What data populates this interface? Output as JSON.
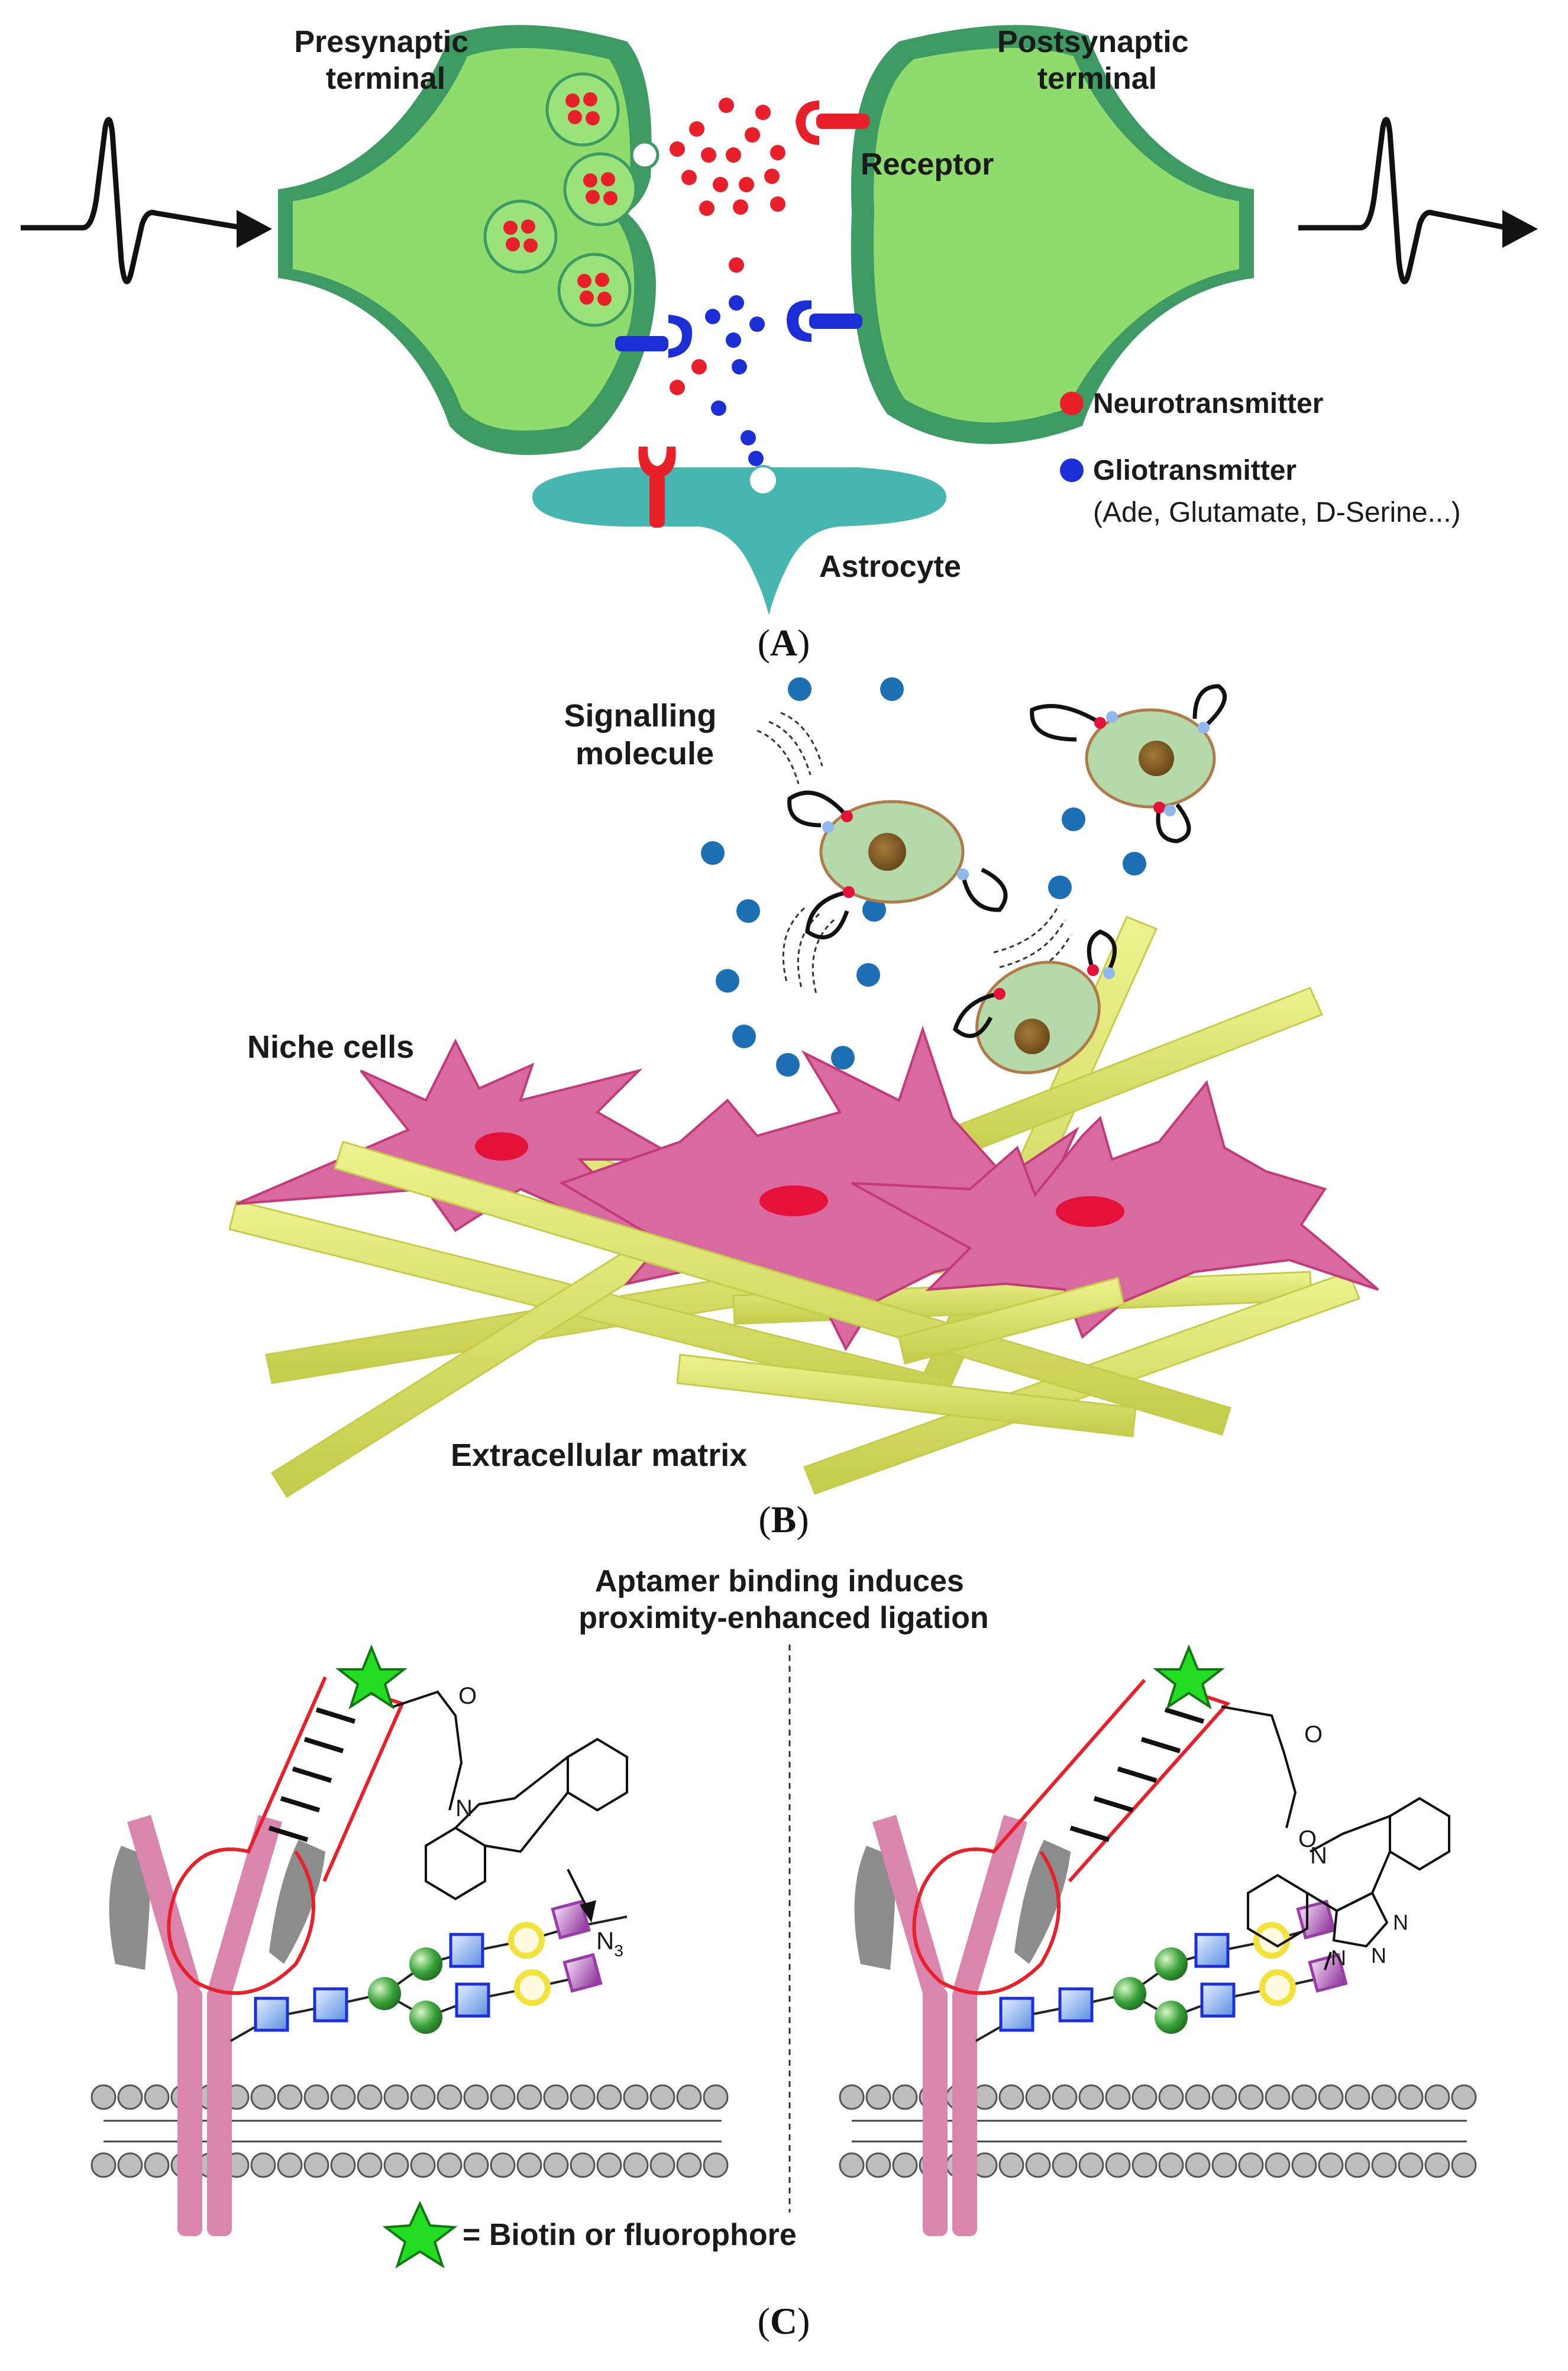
{
  "panel_a": {
    "presynaptic": [
      "Presynaptic",
      "terminal"
    ],
    "postsynaptic": [
      "Postsynaptic",
      "terminal"
    ],
    "receptor": "Receptor",
    "astrocyte": "Astrocyte",
    "legend": {
      "neurotransmitter": "Neurotransmitter",
      "gliotransmitter": "Gliotransmitter",
      "gliotransmitter_examples": "(Ade, Glutamate, D-Serine...)"
    },
    "caption_letter": "A"
  },
  "panel_b": {
    "signalling": [
      "Signalling",
      "molecule"
    ],
    "niche_cells": "Niche cells",
    "extracellular_matrix": "Extracellular matrix",
    "caption_letter": "B"
  },
  "panel_c": {
    "title": [
      "Aptamer binding induces",
      "proximity-enhanced ligation"
    ],
    "azide_label": "N",
    "azide_subscript": "3",
    "atom_o": "O",
    "atom_n": "N",
    "star_legend": "= Biotin or fluorophore",
    "caption_letter": "C"
  },
  "colors": {
    "neuron_fill": "#8fdc6c",
    "neuron_edge": "#3d9a63",
    "neurotransmitter": "#e8202a",
    "gliotransmitter": "#1c2fd6",
    "astrocyte": "#47b5b0",
    "niche_cell": "#d96aa0",
    "nucleus": "#e4123a",
    "matrix_fiber": "#d9e26a",
    "signal_molecule": "#1d6fb3",
    "stem_cell": "#b5d9a8",
    "antibody": "#d985ad",
    "glycan_green": "#3aa23a",
    "glycan_blue": "#6aa0e8",
    "glycan_yellow": "#f2e23a",
    "glycan_purple": "#9a3ca8",
    "star": "#22dd22"
  }
}
